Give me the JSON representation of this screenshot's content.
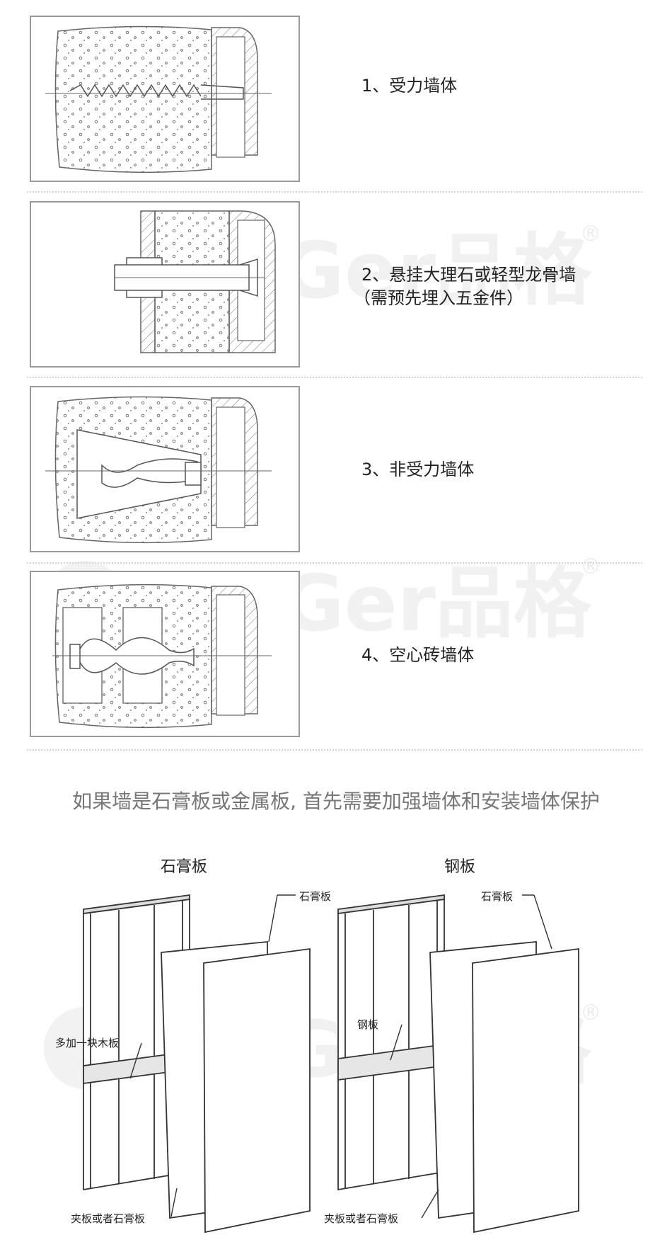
{
  "mounts": [
    {
      "label": "1、受力墙体"
    },
    {
      "label": "2、悬挂大理石或轻型龙骨墙",
      "sub": "（需预先埋入五金件）"
    },
    {
      "label": "3、非受力墙体"
    },
    {
      "label": "4、空心砖墙体"
    }
  ],
  "headline": "如果墙是石膏板或金属板, 首先需要加强墙体和安装墙体保护",
  "walls": [
    {
      "title": "石膏板",
      "panel_label": "石膏板",
      "middle_label": "多加一块木板",
      "bottom_label": "夹板或者石膏板"
    },
    {
      "title": "钢板",
      "panel_label": "石膏板",
      "middle_label": "钢板",
      "bottom_label": "夹板或者石膏板"
    }
  ],
  "watermark": {
    "text": "PinGer品格",
    "mark": "®"
  }
}
